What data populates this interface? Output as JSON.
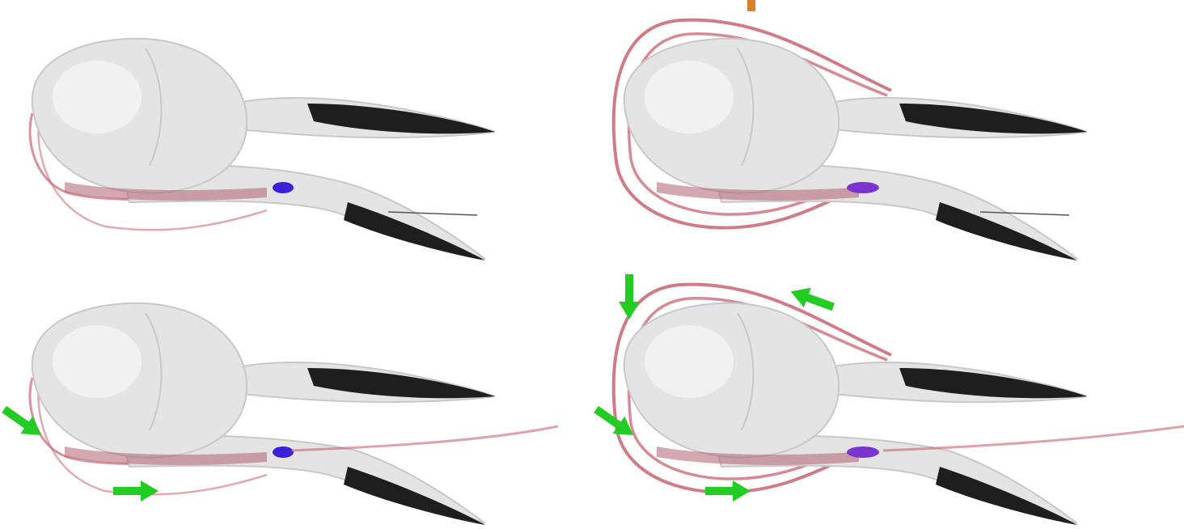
{
  "figure": {
    "panels": [
      {
        "id": "top-left",
        "tongue": "retracted",
        "hyoid_horns": "short",
        "arrows": []
      },
      {
        "id": "top-right",
        "tongue": "retracted",
        "hyoid_horns": "long",
        "arrows": []
      },
      {
        "id": "bottom-left",
        "tongue": "protruded",
        "hyoid_horns": "short",
        "arrows": [
          "rear-diagonal",
          "forward-under-jaw"
        ]
      },
      {
        "id": "bottom-right",
        "tongue": "protruded",
        "hyoid_horns": "long",
        "arrows": [
          "down-behind-skull",
          "back-over-crown",
          "rear-diagonal",
          "forward-under-jaw"
        ]
      }
    ]
  },
  "colors": {
    "background": "#ffffff",
    "skull": "#e4e4e4",
    "skull_shade": "#c8c8c8",
    "beak_tip": "#1e1e1e",
    "hyoid": "#c86470",
    "muscle": "#b06070",
    "tongue_marker": "#3a20d8",
    "tongue_marker_alt": "#7a34d0",
    "arrow": "#22cc22",
    "top_marker": "#d9822b"
  }
}
